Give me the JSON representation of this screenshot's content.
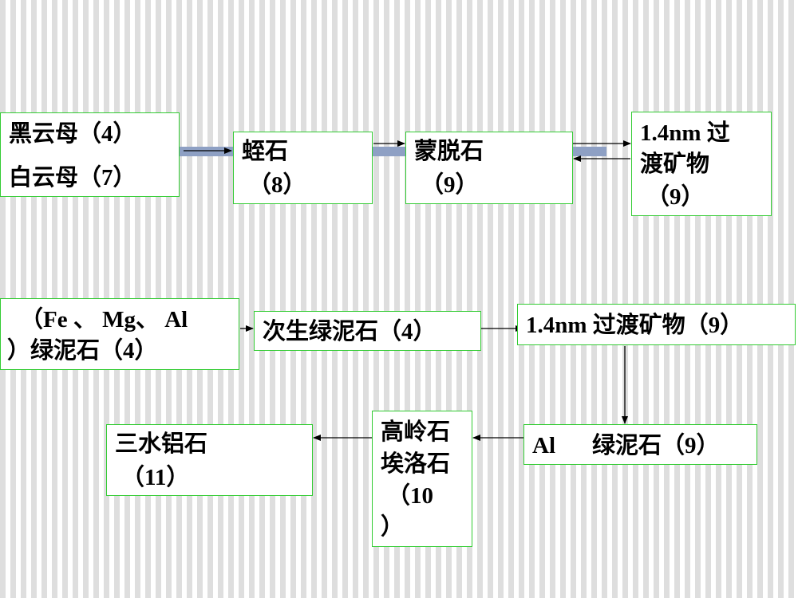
{
  "colors": {
    "box_border": "#33cc33",
    "arrow": "#000000",
    "band": "#8ea0c4",
    "stripe": "#dedede"
  },
  "row1": {
    "mica_black": "黑云母（4）",
    "mica_white": "白云母（7）",
    "vermiculite_name": "蛭石",
    "vermiculite_ph": "（8）",
    "montmorillonite_name": "蒙脱石",
    "montmorillonite_ph": "（9）",
    "transition_line1": "1.4nm 过",
    "transition_line2": "渡矿物",
    "transition_ph": "（9）"
  },
  "row2": {
    "chlorite_line1": "（Fe 、 Mg、 Al",
    "chlorite_line2": "）绿泥石（4）",
    "secondary_chlorite": "次生绿泥石（4）",
    "transition": "1.4nm 过渡矿物（9）"
  },
  "row3": {
    "al_chlorite_prefix": "Al",
    "al_chlorite_rest": "绿泥石（9）",
    "kaolinite_line1": "高岭石",
    "kaolinite_line2": "埃洛石",
    "kaolinite_line3": "（10",
    "kaolinite_line4": "）",
    "gibbsite_name": "三水铝石",
    "gibbsite_ph": "（11）"
  }
}
